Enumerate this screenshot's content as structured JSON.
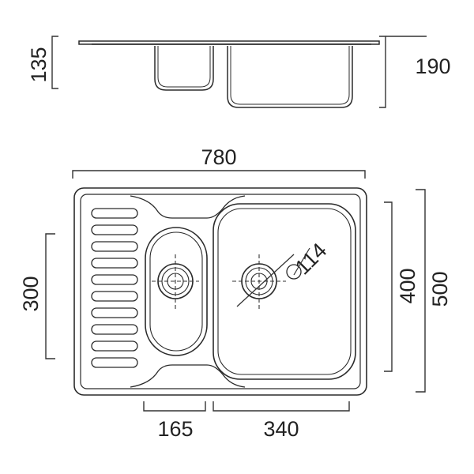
{
  "colors": {
    "stroke": "#2b2b2b",
    "dim_line": "#333333",
    "text": "#222222",
    "background": "#ffffff"
  },
  "dimensions": {
    "small_bowl_depth": "135",
    "large_bowl_depth": "190",
    "overall_width": "780",
    "overall_depth": "500",
    "large_bowl_length": "400",
    "small_bowl_length": "300",
    "small_bowl_width": "165",
    "large_bowl_width": "340",
    "drain_diameter": "114"
  }
}
